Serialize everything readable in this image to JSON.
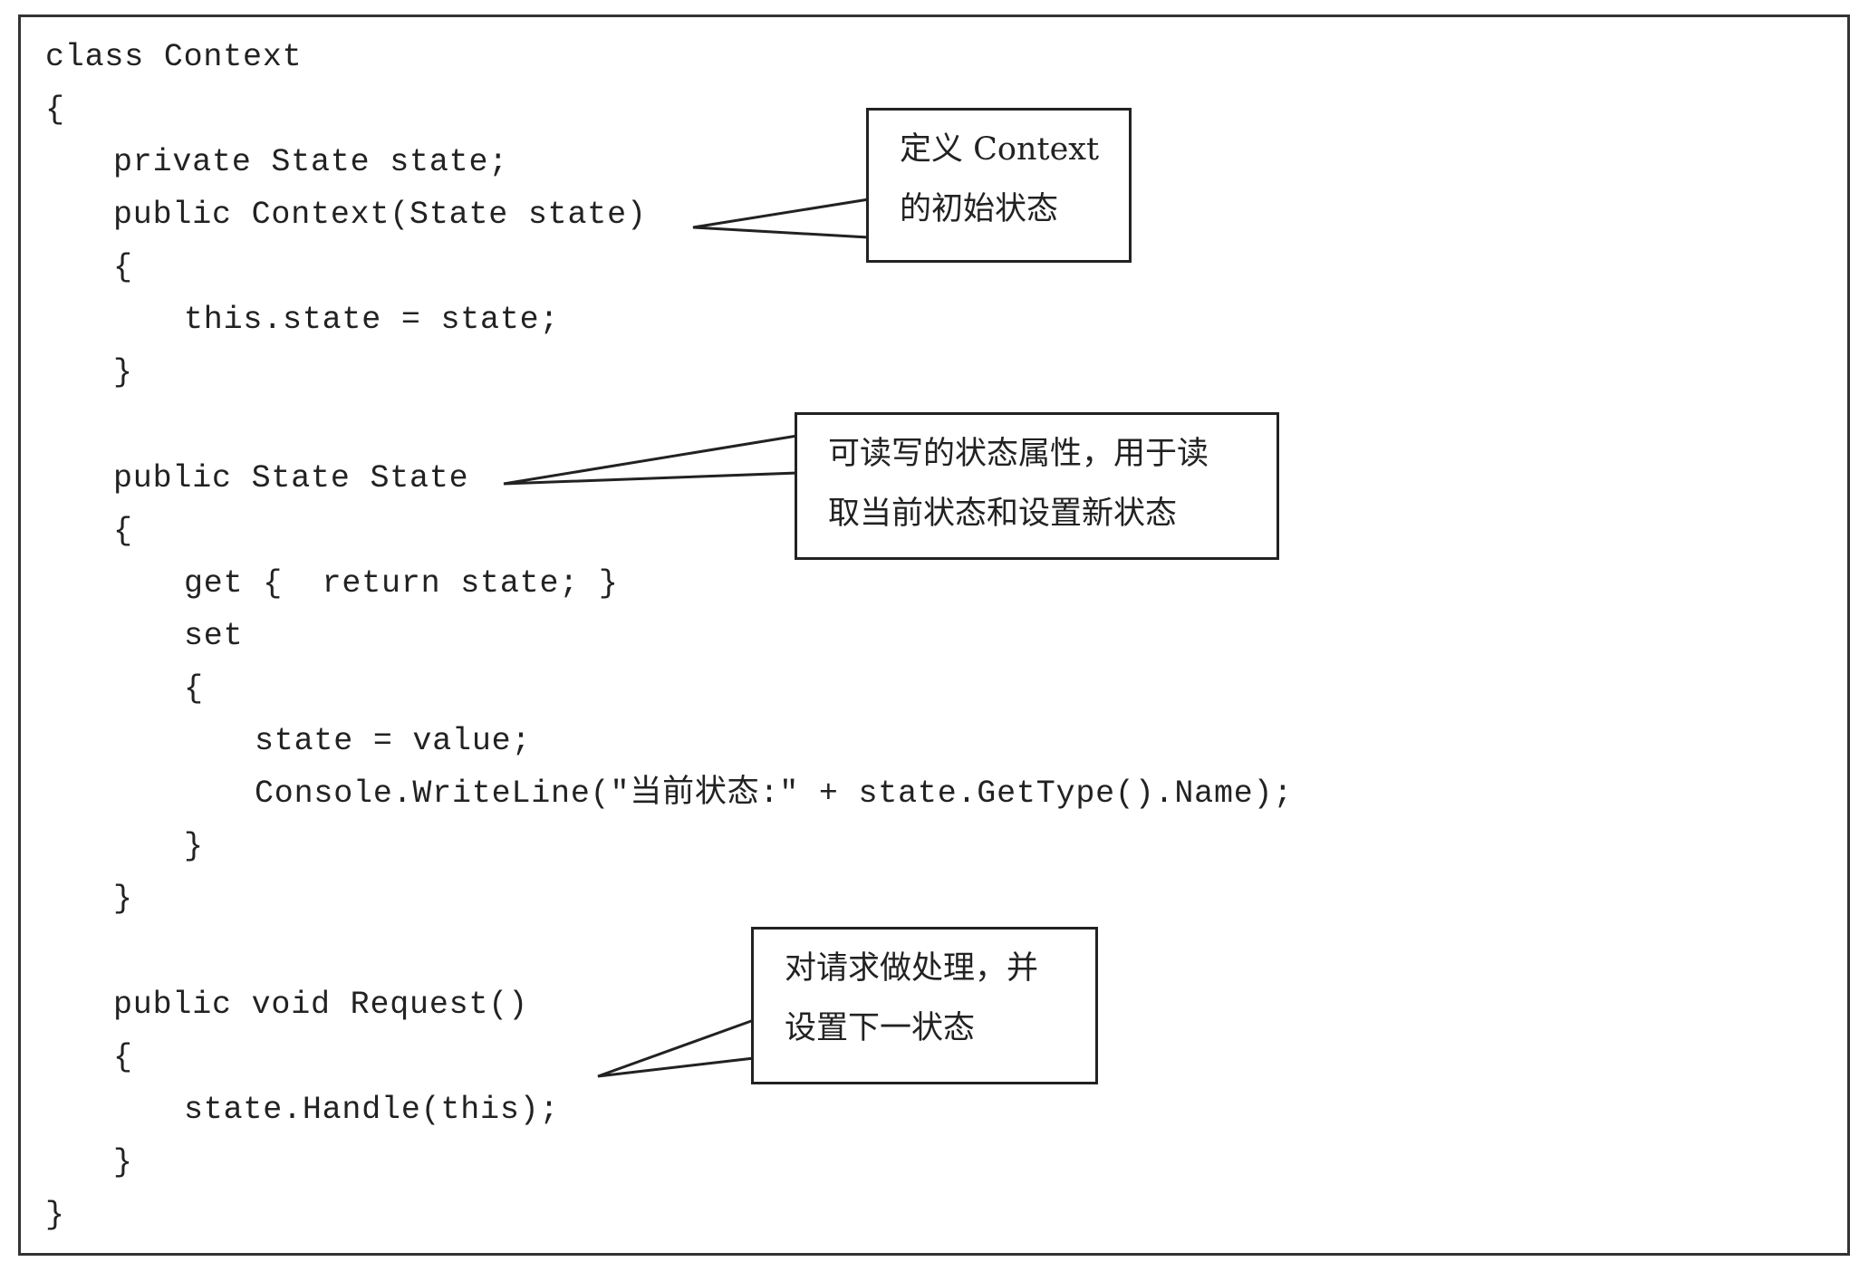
{
  "code_lines": [
    "class Context",
    "{",
    "private State state;",
    "public Context(State state)",
    "{",
    "this.state = state;",
    "}",
    "public State State",
    "{",
    "get {  return state; }",
    "set",
    "{",
    "state = value;",
    "Console.WriteLine(\"当前状态:\" + state.GetType().Name);",
    "}",
    "}",
    "public void Request()",
    "{",
    "state.Handle(this);",
    "}",
    "}"
  ],
  "callouts": [
    {
      "line1": "定义  Context",
      "line2": "的初始状态"
    },
    {
      "line1": "可读写的状态属性，用于读",
      "line2": "取当前状态和设置新状态"
    },
    {
      "line1": "对请求做处理，并",
      "line2": "设置下一状态"
    }
  ]
}
